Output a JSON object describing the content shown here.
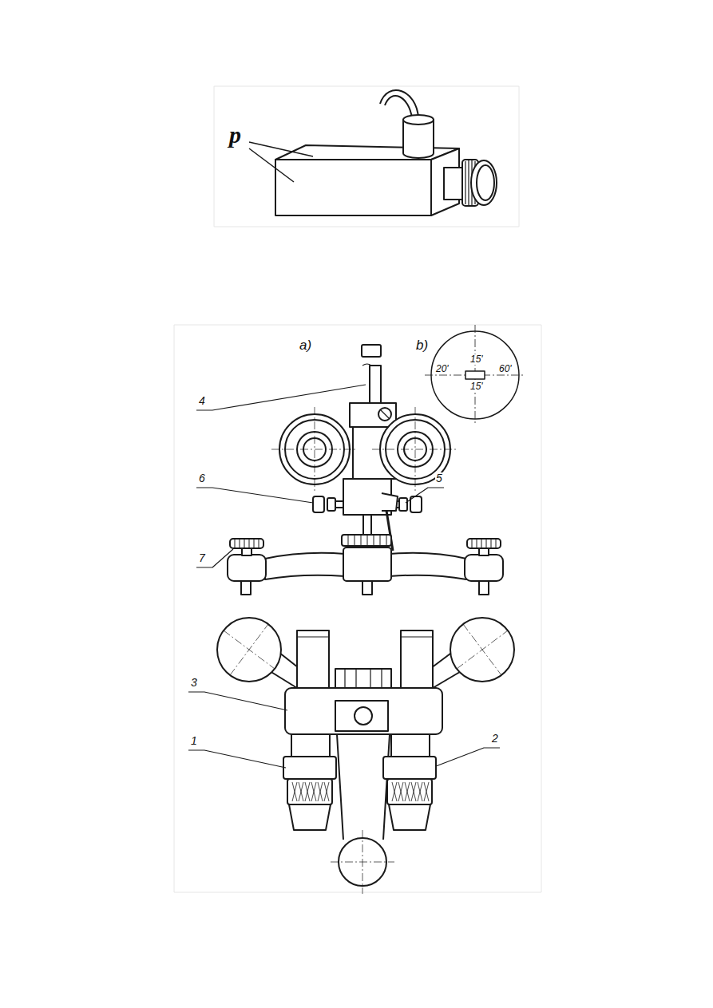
{
  "diagram": {
    "labels": [
      "p",
      "a)",
      "b)",
      "20'",
      "15'",
      "60'",
      "15'",
      "4",
      "6",
      "5",
      "7",
      "3",
      "1",
      "2"
    ]
  }
}
